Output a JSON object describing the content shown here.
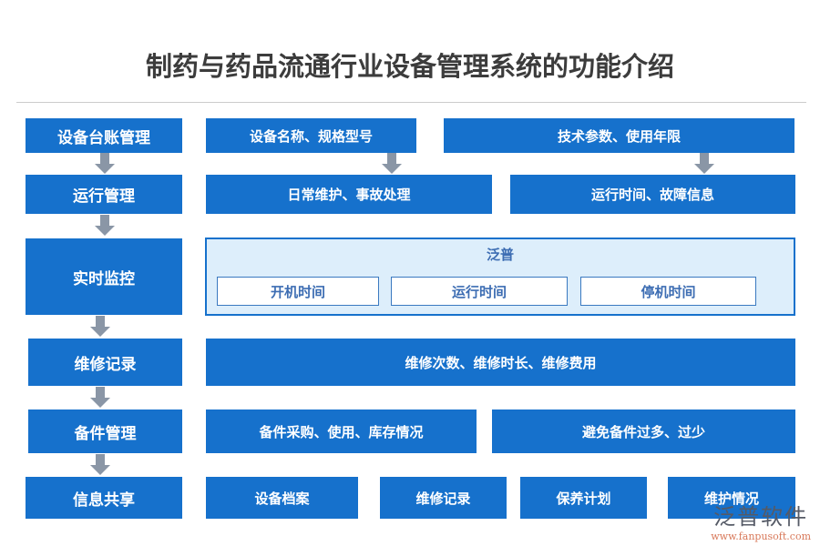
{
  "title": "制药与药品流通行业设备管理系统的功能介绍",
  "left": [
    "设备台账管理",
    "运行管理",
    "实时监控",
    "维修记录",
    "备件管理",
    "信息共享"
  ],
  "row1": [
    "设备名称、规格型号",
    "技术参数、使用年限"
  ],
  "row2": [
    "日常维护、事故处理",
    "运行时间、故障信息"
  ],
  "monitor": {
    "title": "泛普",
    "items": [
      "开机时间",
      "运行时间",
      "停机时间"
    ]
  },
  "row4": [
    "维修次数、维修时长、维修费用"
  ],
  "row5": [
    "备件采购、使用、库存情况",
    "避免备件过多、过少"
  ],
  "row6": [
    "设备档案",
    "维修记录",
    "保养计划",
    "维护情况"
  ],
  "watermark": {
    "name": "泛普软件",
    "url": "www.fanpusoft.com"
  },
  "colors": {
    "box": "#1671cc",
    "panel": "#ddeefb",
    "arrow": "#8a96a6"
  }
}
